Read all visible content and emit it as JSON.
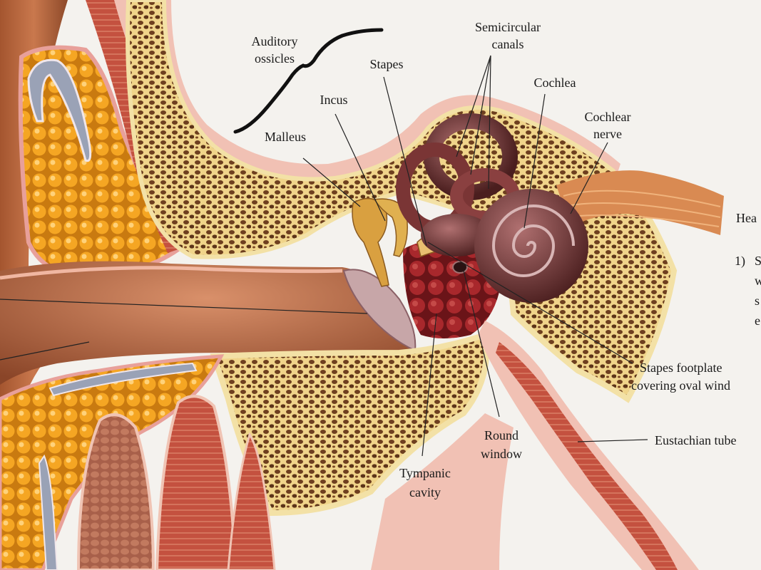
{
  "labels": {
    "auditory_ossicles": [
      "Auditory",
      "ossicles"
    ],
    "semicircular_canals": [
      "Semicircular",
      "canals"
    ],
    "stapes": "Stapes",
    "incus": "Incus",
    "malleus": "Malleus",
    "cochlea": "Cochlea",
    "cochlear_nerve": [
      "Cochlear",
      "nerve"
    ],
    "stapes_footplate": [
      "Stapes footplate",
      "covering oval wind"
    ],
    "round_window": [
      "Round",
      "window"
    ],
    "tympanic_cavity": [
      "Tympanic",
      "cavity"
    ],
    "eustachian_tube": "Eustachian tube"
  },
  "side_text": {
    "heading": "Hea",
    "item_number": "1)",
    "fragments": [
      "S",
      "w",
      "s",
      "e"
    ]
  },
  "colors": {
    "background": "#f4f2ee",
    "bone": "#f2dc92",
    "bone_pores": "#6e3f1f",
    "skin": "#b4633f",
    "fat": "#f0a020",
    "canal": "#a85a3a",
    "labyrinth": "#6e3030",
    "muscle": "#c94f43",
    "tympanic": "#8a1e22",
    "ossicle": "#d9a040"
  }
}
